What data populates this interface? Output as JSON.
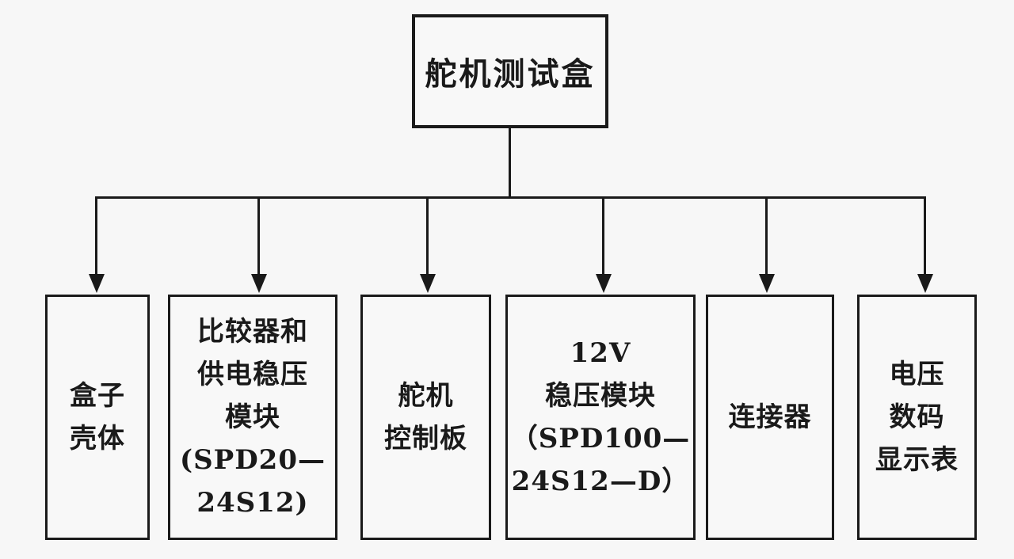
{
  "diagram": {
    "type": "tree",
    "title_node": "舵机测试盒",
    "root": {
      "label": "舵机测试盒"
    },
    "children": [
      {
        "id": "box-shell",
        "label": "盒子\n壳体"
      },
      {
        "id": "comparator-power-module",
        "label": "比较器和\n供电稳压\n模块\n(SPD20—\n24S12)"
      },
      {
        "id": "servo-control-board",
        "label": "舵机\n控制板"
      },
      {
        "id": "12v-regulator-module",
        "label": "12V\n稳压模块\n（SPD100—\n24S12—D）"
      },
      {
        "id": "connector",
        "label": "连接器"
      },
      {
        "id": "voltage-digital-display",
        "label": "电压\n数码\n显示表"
      }
    ],
    "colors": {
      "line": "#1a1a1a",
      "text": "#1a1a1a",
      "background": "#f7f7f7",
      "box_background": "#f8f8f8"
    }
  }
}
